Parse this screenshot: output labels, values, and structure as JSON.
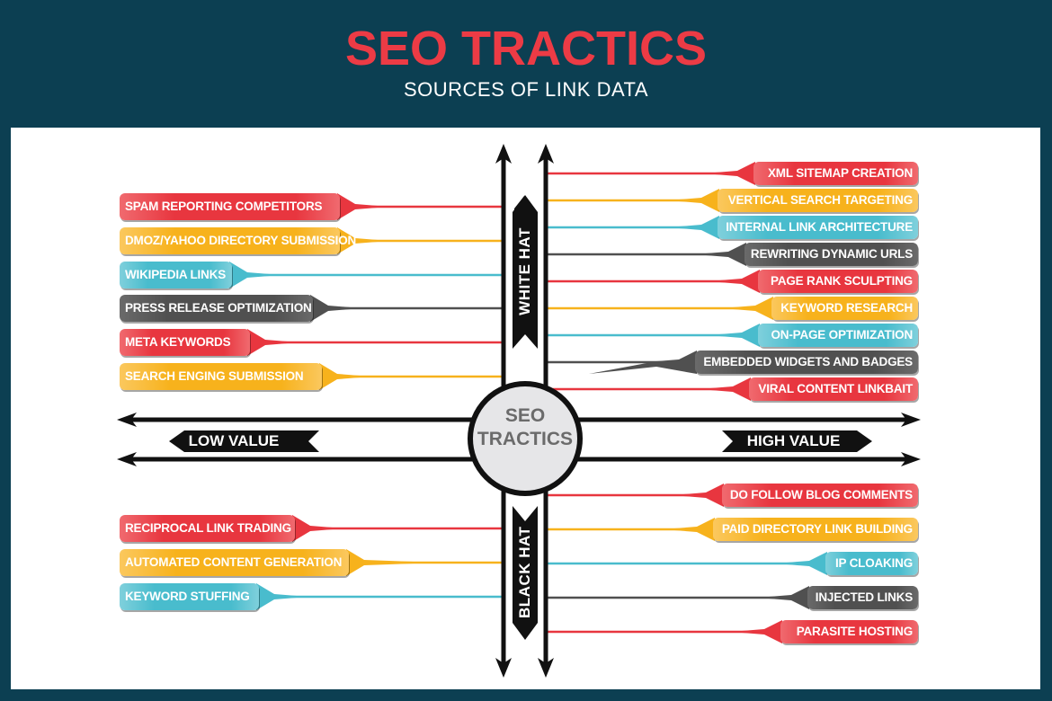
{
  "header": {
    "title": "SEO TRACTICS",
    "subtitle": "SOURCES OF LINK DATA"
  },
  "center": {
    "line1": "SEO",
    "line2": "TRACTICS"
  },
  "axes": {
    "vertical_top": "WHITE HAT",
    "vertical_bottom": "BLACK HAT",
    "horizontal_left": "LOW VALUE",
    "horizontal_right": "HIGH VALUE"
  },
  "colors": {
    "header_bg": "#0c3f52",
    "title": "#ec3b45",
    "red": "#e8363f",
    "yellow": "#f7b21c",
    "teal": "#49bccd",
    "gray": "#505050",
    "circle_fill": "#e6e6e8"
  },
  "quadrants": {
    "white_hat_low_value": [
      {
        "label": "SPAM REPORTING COMPETITORS",
        "color": "red"
      },
      {
        "label": "DMOZ/YAHOO DIRECTORY SUBMISSION",
        "color": "yellow"
      },
      {
        "label": "WIKIPEDIA LINKS",
        "color": "teal"
      },
      {
        "label": "PRESS RELEASE OPTIMIZATION",
        "color": "gray"
      },
      {
        "label": "META KEYWORDS",
        "color": "red"
      },
      {
        "label": "SEARCH ENGING SUBMISSION",
        "color": "yellow"
      }
    ],
    "white_hat_high_value": [
      {
        "label": "XML SITEMAP CREATION",
        "color": "red"
      },
      {
        "label": "VERTICAL SEARCH TARGETING",
        "color": "yellow"
      },
      {
        "label": "INTERNAL LINK ARCHITECTURE",
        "color": "teal"
      },
      {
        "label": "REWRITING DYNAMIC URLS",
        "color": "gray"
      },
      {
        "label": "PAGE RANK SCULPTING",
        "color": "red"
      },
      {
        "label": "KEYWORD RESEARCH",
        "color": "yellow"
      },
      {
        "label": "ON-PAGE OPTIMIZATION",
        "color": "teal"
      },
      {
        "label": "EMBEDDED WIDGETS AND BADGES",
        "color": "gray"
      },
      {
        "label": "VIRAL CONTENT LINKBAIT",
        "color": "red"
      }
    ],
    "black_hat_low_value": [
      {
        "label": "RECIPROCAL LINK TRADING",
        "color": "red"
      },
      {
        "label": "AUTOMATED CONTENT GENERATION",
        "color": "yellow"
      },
      {
        "label": "KEYWORD STUFFING",
        "color": "teal"
      }
    ],
    "black_hat_high_value": [
      {
        "label": "DO FOLLOW BLOG COMMENTS",
        "color": "red"
      },
      {
        "label": "PAID DIRECTORY LINK BUILDING",
        "color": "yellow"
      },
      {
        "label": "IP CLOAKING",
        "color": "teal"
      },
      {
        "label": "INJECTED LINKS",
        "color": "gray"
      },
      {
        "label": "PARASITE HOSTING",
        "color": "red"
      }
    ]
  }
}
